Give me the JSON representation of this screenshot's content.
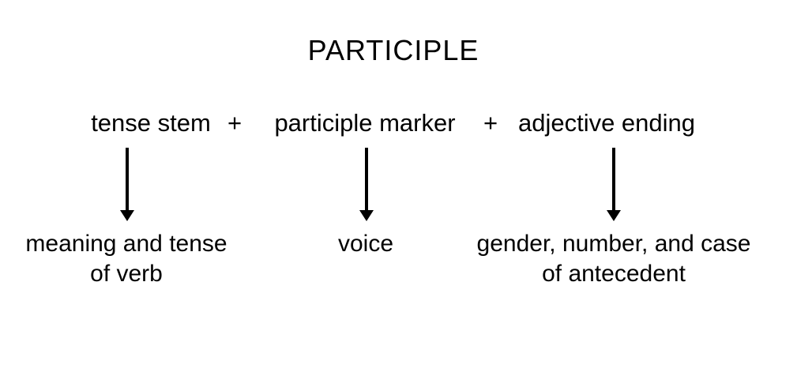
{
  "title": "PARTICIPLE",
  "formula": {
    "parts": [
      "tense stem",
      "participle marker",
      "adjective ending"
    ],
    "plus": "+"
  },
  "labels": {
    "tense_stem": {
      "line1": "meaning and tense",
      "line2": "of verb"
    },
    "participle_marker": {
      "line1": "voice"
    },
    "adjective_ending": {
      "line1": "gender, number, and case",
      "line2": "of antecedent"
    }
  },
  "icons": {
    "down_arrow": "solid black downward arrow (vertical shaft with triangular head)"
  },
  "colors": {
    "background": "#ffffff",
    "text": "#000000",
    "arrow": "#000000"
  }
}
